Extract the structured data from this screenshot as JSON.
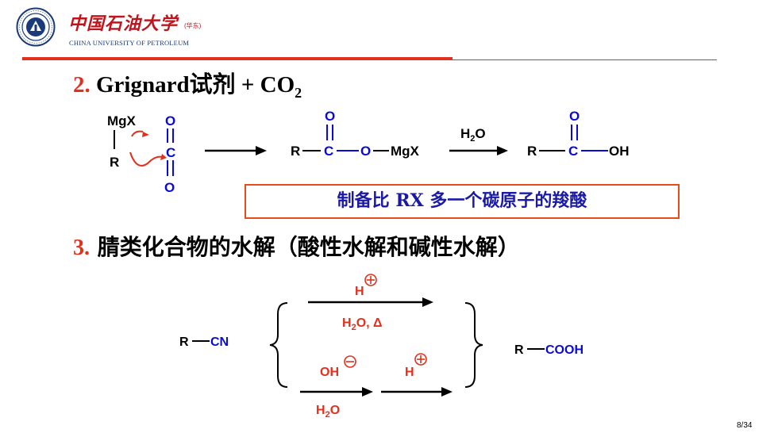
{
  "header": {
    "university_cn": "中国石油大学",
    "campus": "(华东)",
    "university_en": "CHINA UNIVERSITY OF PETROLEUM"
  },
  "section2": {
    "number": "2.",
    "title_main": "Grignard试剂  + CO",
    "title_sub": "2"
  },
  "reaction1": {
    "mgx": "MgX",
    "r": "R",
    "o_top": "O",
    "c": "C",
    "o_bottom": "O",
    "int_r": "R",
    "int_c": "C",
    "int_o_top": "O",
    "int_o": "O",
    "int_mgx": "MgX",
    "h2o_h": "H",
    "h2o_2": "2",
    "h2o_o": "O",
    "prod_r": "R",
    "prod_c": "C",
    "prod_o_top": "O",
    "prod_oh": "OH"
  },
  "note_box": "制备比 RX 多一个碳原子的羧酸",
  "section3": {
    "number": "3.",
    "title": "腈类化合物的水解（酸性水解和碱性水解）"
  },
  "reaction2": {
    "rcn_r": "R",
    "rcn_cn": "CN",
    "acid_h": "H",
    "acid_cond": "H",
    "acid_cond_2": "2",
    "acid_cond_rest": "O, Δ",
    "base_oh": "OH",
    "base_h": "H",
    "base_cond_h": "H",
    "base_cond_2": "2",
    "base_cond_o": "O",
    "prod_r": "R",
    "prod_cooh": "COOH"
  },
  "footer": {
    "page": "8/34"
  },
  "colors": {
    "accent_red": "#e0301e",
    "blue": "#0a0ad2",
    "navy": "#1a3a7a",
    "box_border": "#e84a1a"
  }
}
